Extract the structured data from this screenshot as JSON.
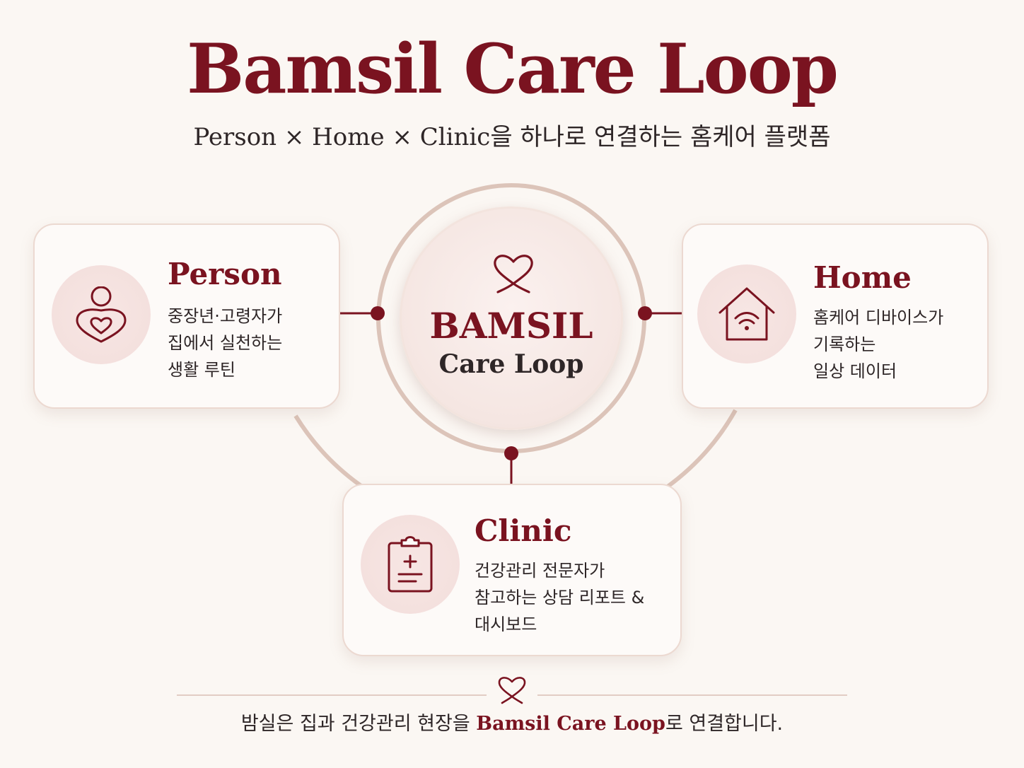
{
  "header": {
    "title": "Bamsil Care Loop",
    "subtitle": "Person × Home × Clinic을 하나로 연결하는 홈케어 플랫폼"
  },
  "hub": {
    "title": "BAMSIL",
    "subtitle": "Care Loop",
    "icon": "heart-loop-icon"
  },
  "cards": {
    "person": {
      "title": "Person",
      "icon": "person-heart-icon",
      "lines": [
        "중장년·고령자가",
        "집에서 실천하는",
        "생활 루틴"
      ]
    },
    "home": {
      "title": "Home",
      "icon": "home-wifi-icon",
      "lines": [
        "홈케어 디바이스가",
        "기록하는",
        "일상 데이터"
      ]
    },
    "clinic": {
      "title": "Clinic",
      "icon": "clipboard-medical-icon",
      "lines": [
        "건강관리 전문자가",
        "참고하는 상담 리포트 &",
        "대시보드"
      ]
    }
  },
  "footer": {
    "text_before": "밤실은 집과 건강관리 현장을 ",
    "brand": "Bamsil Care Loop",
    "text_after": "로 연결합니다."
  },
  "colors": {
    "accent": "#7a1320",
    "background": "#fbf7f3",
    "ring": "#dcc4b9",
    "icon_bg": "#f5e1de"
  }
}
